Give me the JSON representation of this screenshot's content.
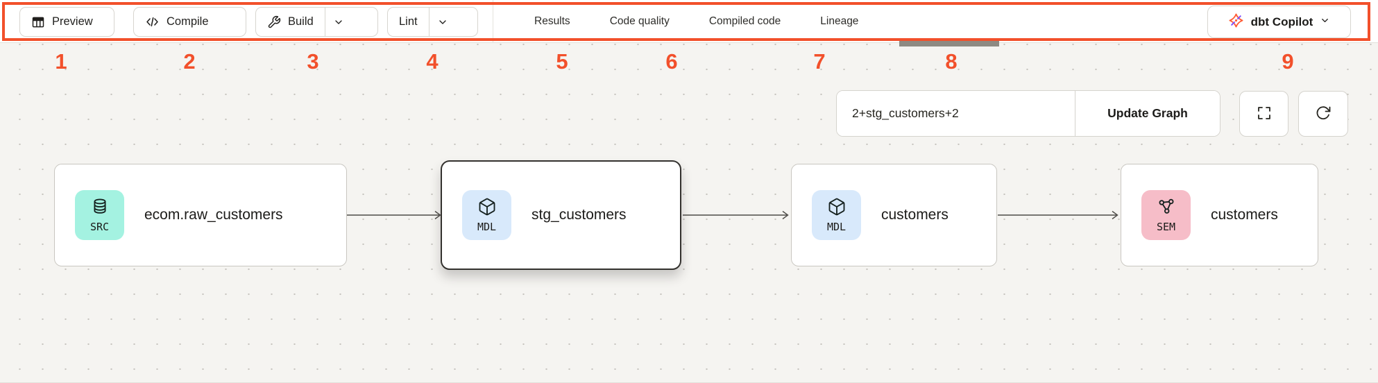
{
  "annotation": {
    "box_color": "#F2502B",
    "labels": [
      "1",
      "2",
      "3",
      "4",
      "5",
      "6",
      "7",
      "8",
      "9"
    ]
  },
  "toolbar": {
    "buttons": {
      "preview": "Preview",
      "compile": "Compile",
      "build": "Build",
      "lint": "Lint"
    },
    "tabs": {
      "results": "Results",
      "code_quality": "Code quality",
      "compiled_code": "Compiled code",
      "lineage": "Lineage",
      "active_tab": "Lineage"
    },
    "copilot_label": "dbt Copilot"
  },
  "lineage_controls": {
    "selector_value": "2+stg_customers+2",
    "update_button_label": "Update Graph"
  },
  "graph": {
    "nodes": [
      {
        "label": "ecom.raw_customers",
        "badge": "SRC",
        "type": "source",
        "icon": "database-icon",
        "badge_color": "#A4F2E1",
        "selected": false
      },
      {
        "label": "stg_customers",
        "badge": "MDL",
        "type": "model",
        "icon": "cube-icon",
        "badge_color": "#D8E9FB",
        "selected": true
      },
      {
        "label": "customers",
        "badge": "MDL",
        "type": "model",
        "icon": "cube-icon",
        "badge_color": "#D8E9FB",
        "selected": false
      },
      {
        "label": "customers",
        "badge": "SEM",
        "type": "semantic-model",
        "icon": "semantic-model-icon",
        "badge_color": "#F6BDC8",
        "selected": false
      }
    ],
    "edges": [
      {
        "from": "ecom.raw_customers",
        "to": "stg_customers"
      },
      {
        "from": "stg_customers",
        "to": "customers"
      },
      {
        "from": "customers",
        "to": "customers"
      }
    ]
  }
}
